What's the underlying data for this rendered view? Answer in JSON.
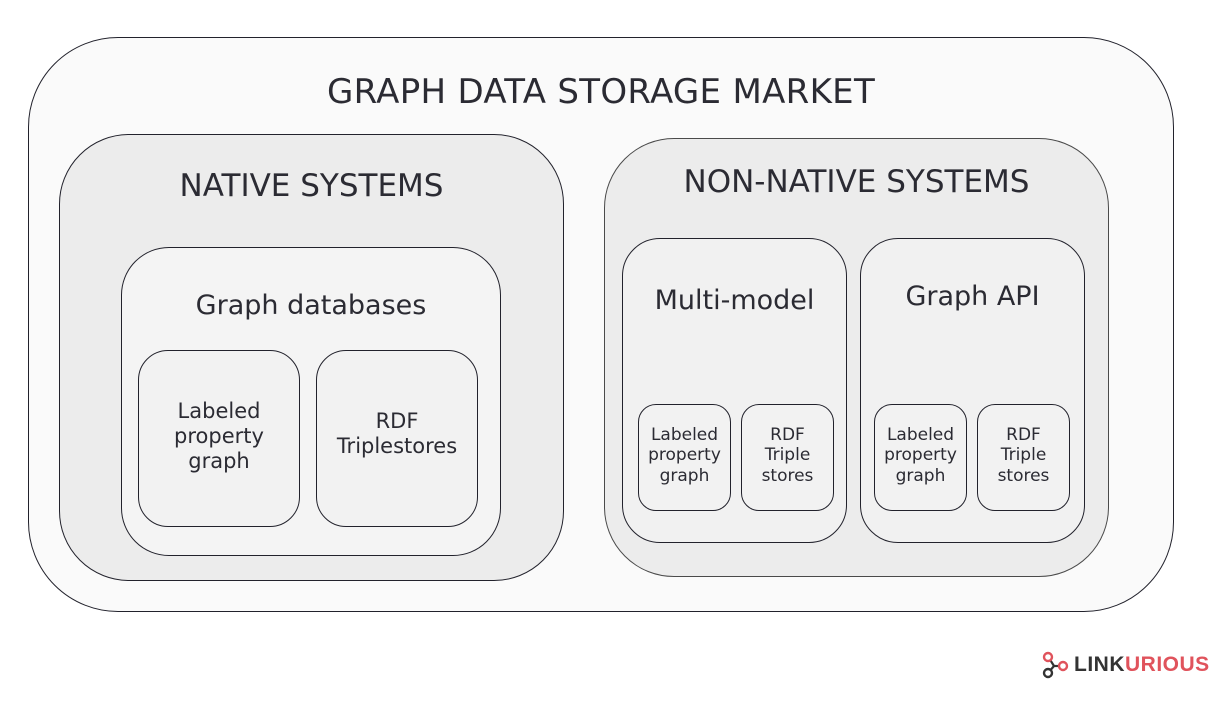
{
  "diagram": {
    "title": "GRAPH DATA STORAGE MARKET",
    "native": {
      "title": "NATIVE SYSTEMS",
      "graph_databases": {
        "title": "Graph databases",
        "items": [
          "Labeled property graph",
          "RDF Triplestores"
        ]
      }
    },
    "non_native": {
      "title": "NON-NATIVE SYSTEMS",
      "multi_model": {
        "title": "Multi-model",
        "items": [
          "Labeled property graph",
          "RDF Triple stores"
        ]
      },
      "graph_api": {
        "title": "Graph API",
        "items": [
          "Labeled property graph",
          "RDF Triple stores"
        ]
      }
    }
  },
  "logo": {
    "text_part1": "LINK",
    "text_part2": "URIOUS",
    "icon": "linkurious-nodes-icon",
    "colors": {
      "dark": "#333333",
      "accent": "#e0535c"
    }
  }
}
